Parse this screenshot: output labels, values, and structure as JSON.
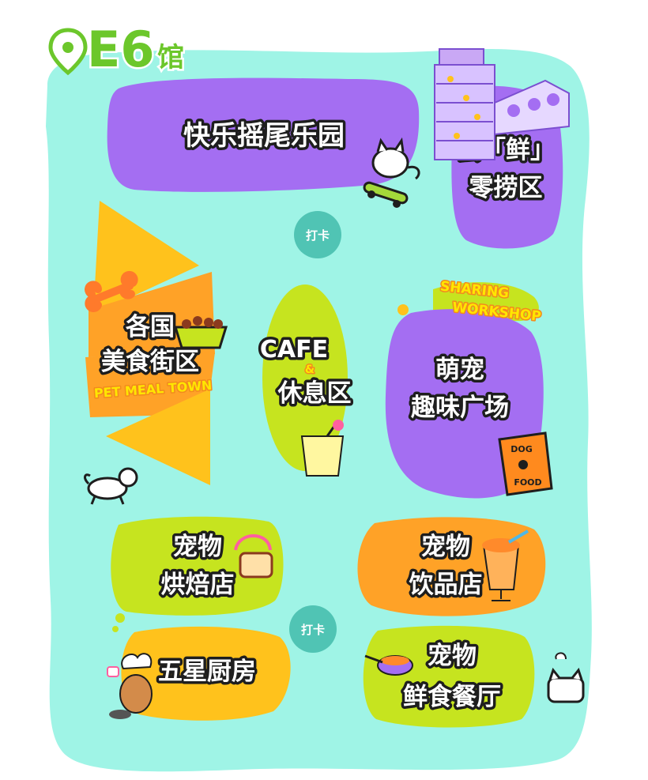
{
  "hall": {
    "code": "E6",
    "suffix": "馆"
  },
  "zones": {
    "happy_tail_park": "快乐摇尾乐园",
    "fresh_snack": {
      "line1": "尝「鲜」",
      "line2": "零捞区"
    },
    "food_street": {
      "line1": "各国",
      "line2": "美食街区",
      "english": "PET MEAL TOWN"
    },
    "cafe": {
      "line1": "CAFE",
      "amp": "&",
      "line2": "休息区"
    },
    "plaza": {
      "line1": "萌宠",
      "line2": "趣味广场",
      "english_1": "SHARING",
      "english_2": "WORKSHOP"
    },
    "bakery": {
      "line1": "宠物",
      "line2": "烘焙店"
    },
    "drinks": {
      "line1": "宠物",
      "line2": "饮品店"
    },
    "kitchen": "五星厨房",
    "fresh_restaurant": {
      "line1": "宠物",
      "line2": "鲜食餐厅"
    }
  },
  "checkin_points": [
    "打卡",
    "打卡"
  ],
  "decor": {
    "dog_food_bag": {
      "line1": "DOG",
      "line2": "FOOD"
    }
  },
  "colors": {
    "floor": "#9ff4e6",
    "purple": "#a46ef2",
    "yellow_green": "#c6e41f",
    "orange": "#ffa227",
    "yellow": "#ffc21c",
    "checkin": "#50c4b4",
    "hall_green": "#6cc72b"
  },
  "icons": [
    "location-pin-icon",
    "cat-on-skateboard-icon",
    "vending-freezer-icon",
    "bone-icon",
    "food-bowl-icon",
    "dog-icon",
    "juice-glass-icon",
    "dog-food-bag-icon",
    "cake-icon",
    "smoothie-icon",
    "chef-dog-icon",
    "pet-food-dish-icon",
    "cat-icon"
  ]
}
